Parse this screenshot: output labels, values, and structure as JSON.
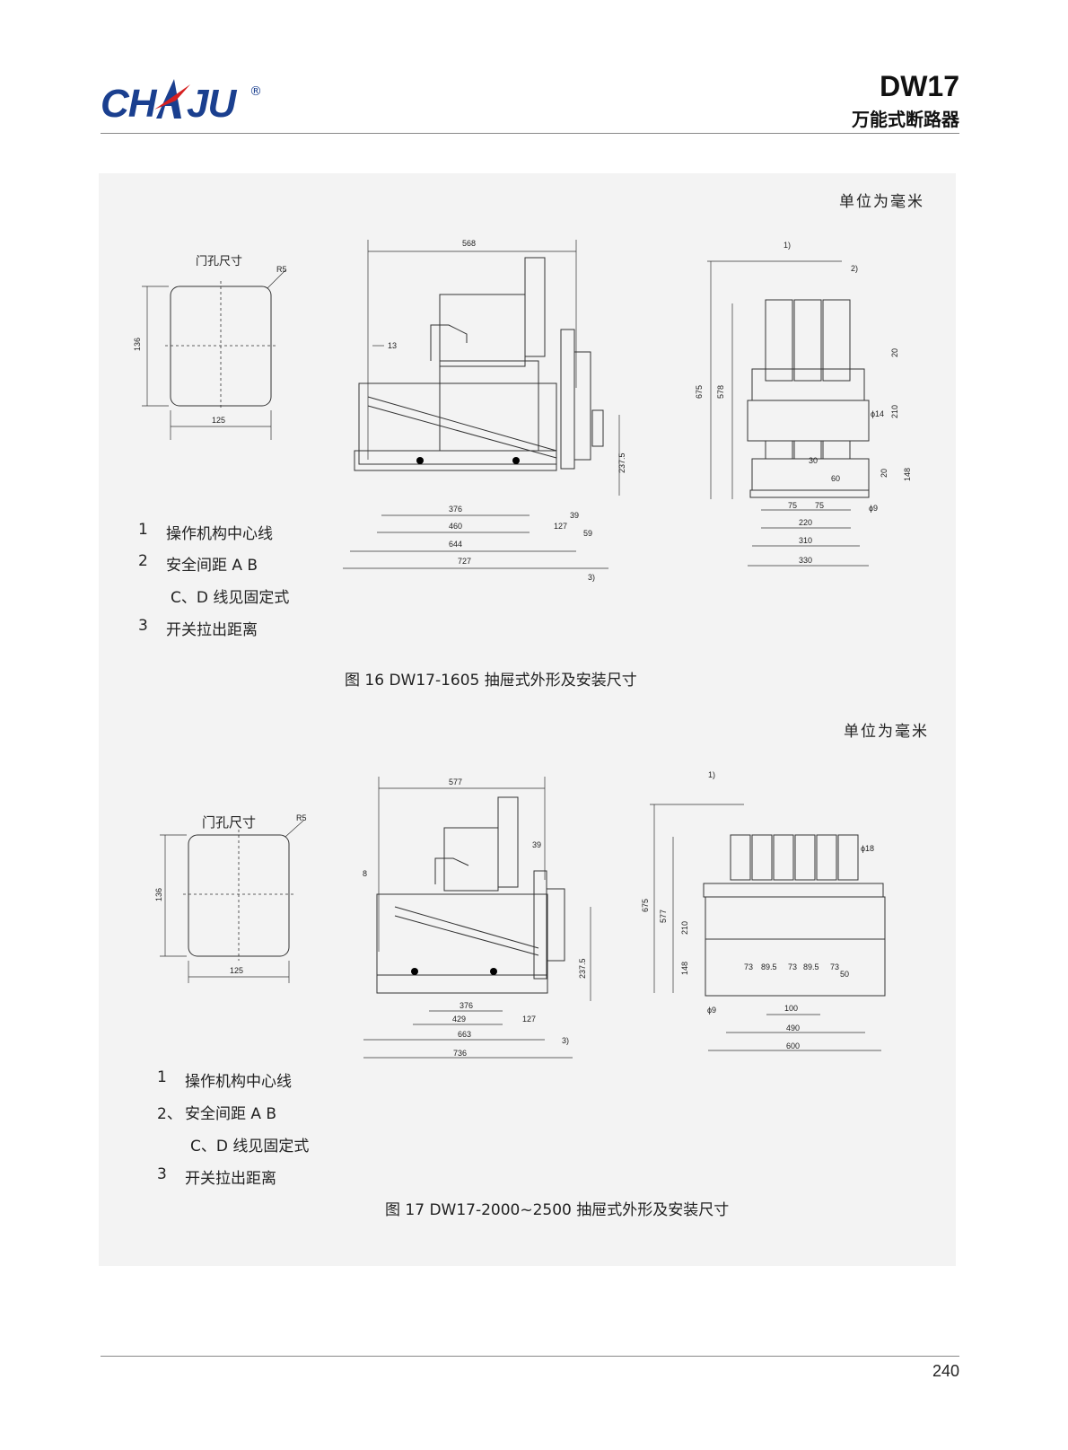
{
  "header": {
    "brand": "CHAJU",
    "registered": "®",
    "model": "DW17",
    "subtitle": "万能式断路器",
    "brand_color": "#1a3f8f",
    "accent_color": "#d62020"
  },
  "figure16": {
    "unit_note": "单位为毫米",
    "door_hole_label": "门孔尺寸",
    "door_dims": {
      "r": "R5",
      "h": "136",
      "w": "125"
    },
    "side_dims": [
      "568",
      "13",
      "237.5",
      "376",
      "460",
      "644",
      "727",
      "39",
      "127",
      "59",
      "3)"
    ],
    "front_dims": [
      "1)",
      "2)",
      "675",
      "578",
      "20",
      "210",
      "ϕ14",
      "30",
      "60",
      "20",
      "148",
      "75",
      "75",
      "ϕ9",
      "220",
      "310",
      "330"
    ],
    "notes": [
      {
        "num": "1",
        "text": "操作机构中心线"
      },
      {
        "num": "2",
        "text": "安全间距 A   B"
      },
      {
        "num": "",
        "text": "C、D 线见固定式"
      },
      {
        "num": "3",
        "text": "开关拉出距离"
      }
    ],
    "caption": "图 16   DW17-1605 抽屉式外形及安装尺寸"
  },
  "figure17": {
    "unit_note": "单位为毫米",
    "door_hole_label": "门孔尺寸",
    "door_dims": {
      "r": "R5",
      "h": "136",
      "w": "125"
    },
    "side_dims": [
      "577",
      "39",
      "8",
      "237.5",
      "376",
      "429",
      "127",
      "663",
      "736",
      "3)"
    ],
    "front_dims": [
      "1)",
      "675",
      "577",
      "210",
      "148",
      "ϕ18",
      "73",
      "89.5",
      "73",
      "89.5",
      "73",
      "50",
      "ϕ9",
      "100",
      "490",
      "600"
    ],
    "notes": [
      {
        "num": "1",
        "text": "操作机构中心线"
      },
      {
        "num": "2、",
        "text": "安全间距 A   B"
      },
      {
        "num": "",
        "text": "C、D 线见固定式"
      },
      {
        "num": "3",
        "text": "开关拉出距离"
      }
    ],
    "caption": "图 17  DW17-2000~2500 抽屉式外形及安装尺寸"
  },
  "page_number": "240"
}
